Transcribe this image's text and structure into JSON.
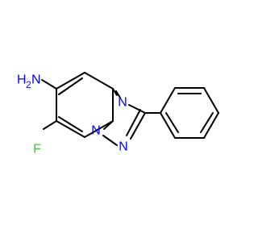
{
  "colors": {
    "bond": "#000000",
    "nitrogen": "#0000ff",
    "fluorine": "#33cc33"
  },
  "atom_labels": {
    "amine_n": "N",
    "amine_h": "H",
    "amine_h_count": "2",
    "ring_n_top": "N",
    "ring_n_bridge": "N",
    "ring_n_bottom": "N",
    "fluorine": "F"
  }
}
